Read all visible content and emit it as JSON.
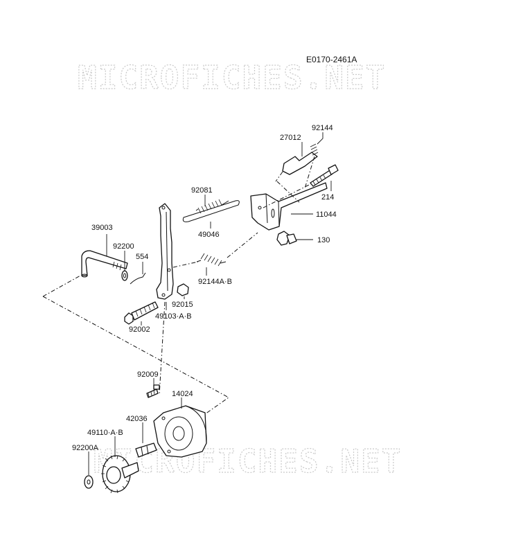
{
  "diagram": {
    "code": "E0170-2461A",
    "watermark_top": "MICROFICHES.NET",
    "watermark_bottom": "MICROFICHES.NET",
    "parts": {
      "p92144": "92144",
      "p27012": "27012",
      "p214": "214",
      "p11044": "11044",
      "p130": "130",
      "p92081": "92081",
      "p49046": "49046",
      "p39003": "39003",
      "p92200": "92200",
      "p554": "554",
      "p92144AB": "92144A·B",
      "p92015": "92015",
      "p49103AB": "49103·A·B",
      "p92002": "92002",
      "p92009": "92009",
      "p14024": "14024",
      "p42036": "42036",
      "p49110AB": "49110·A·B",
      "p92200A": "92200A"
    }
  }
}
